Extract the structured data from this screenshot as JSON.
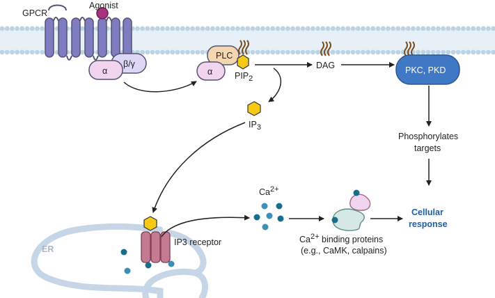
{
  "labels": {
    "gpcr": "GPCR",
    "agonist": "Agonist",
    "alpha": "α",
    "beta_gamma": "β/γ",
    "plc": "PLC",
    "pip2": "PIP",
    "pip2_sub": "2",
    "dag": "DAG",
    "pkc_pkd": "PKC, PKD",
    "ip3": "IP",
    "ip3_sub": "3",
    "phosphorylates_line1": "Phosphorylates",
    "phosphorylates_line2": "targets",
    "ca": "Ca",
    "ca_sup": "2+",
    "cellular_line1": "Cellular",
    "cellular_line2": "response",
    "ip3_receptor": "IP3 receptor",
    "er": "ER",
    "ca_binding_line1_sup": "2+",
    "ca_binding_line1": "Ca",
    "ca_binding_line1_rest": " binding proteins",
    "ca_binding_line2": "(e.g., CaMK, calpains)"
  },
  "colors": {
    "membrane_head": "#bcd3e4",
    "membrane_band": "#e7f0f7",
    "receptor": "#7f7cc2",
    "agonist": "#a7327f",
    "alpha_fill": "#f1d5ee",
    "beta_fill": "#ddd7f5",
    "plc_fill": "#f4d6b0",
    "hexagon": "#f5c914",
    "pkc_fill": "#3f79c5",
    "ion_teal": "#3d8fb5",
    "ion_dark": "#176e8c",
    "er_stroke": "#c6d6e6",
    "ip3r_fill": "#c47a90",
    "text_blue": "#1f5fa8"
  }
}
